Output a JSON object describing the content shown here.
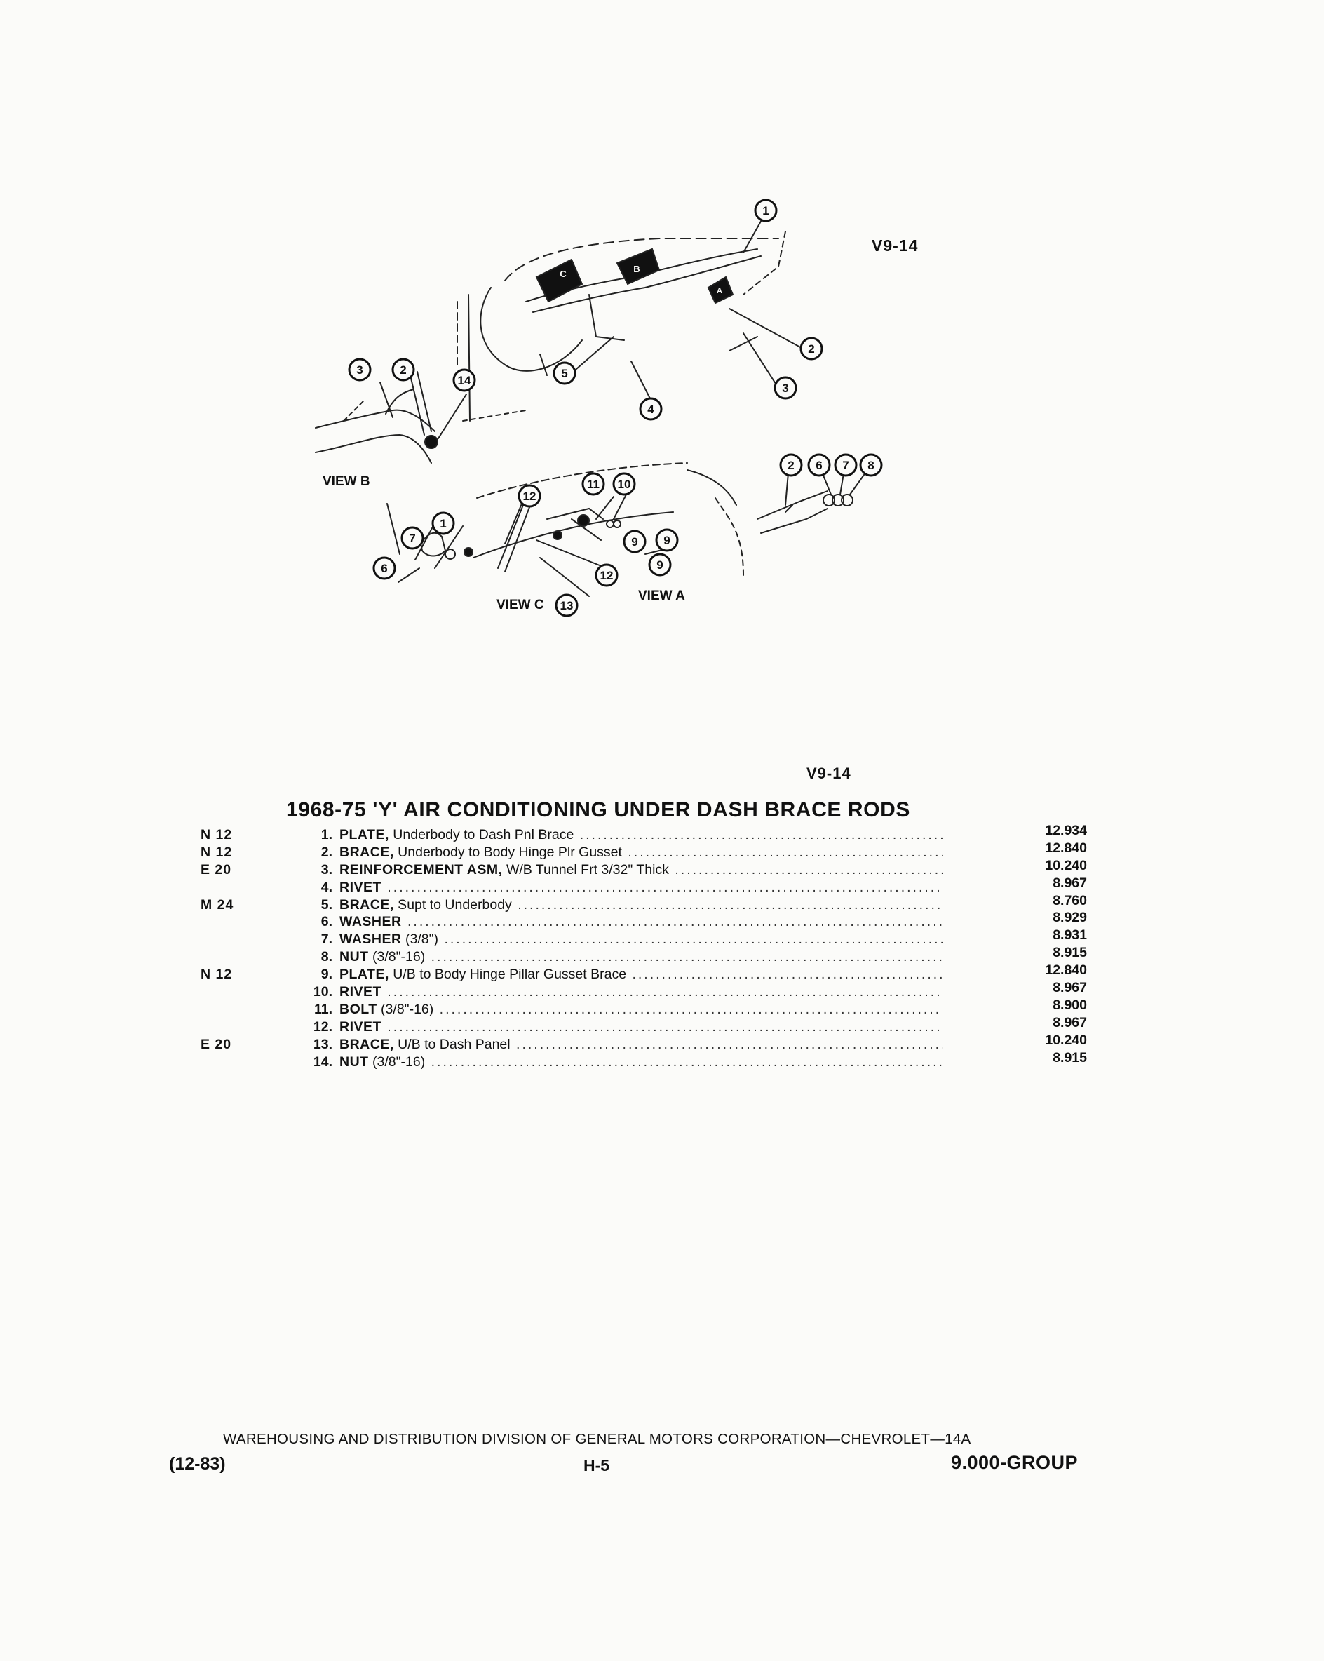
{
  "illustration": {
    "ref_code": "V9-14",
    "view_labels": [
      "VIEW B",
      "VIEW C",
      "VIEW A"
    ],
    "main_callouts": [
      "1",
      "2",
      "3",
      "4",
      "5"
    ],
    "view_b_callouts": [
      "3",
      "2",
      "14"
    ],
    "view_c_callouts": [
      "6",
      "7",
      "1",
      "12",
      "11",
      "10",
      "9",
      "12",
      "13"
    ],
    "view_a_callouts": [
      "2",
      "6",
      "7",
      "8",
      "9"
    ],
    "arrow_markers": [
      "A",
      "B",
      "C"
    ]
  },
  "section_ref": "V9-14",
  "title": "1968-75 'Y' AIR CONDITIONING UNDER DASH BRACE RODS",
  "parts": [
    {
      "code": "N 12",
      "num": "1.",
      "name": "PLATE,",
      "detail": " Underbody to Dash Pnl Brace",
      "price": "12.934"
    },
    {
      "code": "N 12",
      "num": "2.",
      "name": "BRACE,",
      "detail": " Underbody to Body Hinge Plr Gusset",
      "price": "12.840"
    },
    {
      "code": "E 20",
      "num": "3.",
      "name": "REINFORCEMENT ASM,",
      "detail": " W/B Tunnel Frt 3/32\" Thick",
      "price": "10.240"
    },
    {
      "code": "",
      "num": "4.",
      "name": "RIVET",
      "detail": "",
      "price": "8.967"
    },
    {
      "code": "M 24",
      "num": "5.",
      "name": "BRACE,",
      "detail": " Supt to Underbody",
      "price": "8.760"
    },
    {
      "code": "",
      "num": "6.",
      "name": "WASHER",
      "detail": "",
      "price": "8.929"
    },
    {
      "code": "",
      "num": "7.",
      "name": "WASHER",
      "detail": " (3/8\")",
      "price": "8.931"
    },
    {
      "code": "",
      "num": "8.",
      "name": "NUT",
      "detail": " (3/8\"-16)",
      "price": "8.915"
    },
    {
      "code": "N 12",
      "num": "9.",
      "name": "PLATE,",
      "detail": " U/B to Body Hinge Pillar Gusset Brace",
      "price": "12.840"
    },
    {
      "code": "",
      "num": "10.",
      "name": "RIVET",
      "detail": "",
      "price": "8.967"
    },
    {
      "code": "",
      "num": "11.",
      "name": "BOLT",
      "detail": " (3/8\"-16)",
      "price": "8.900"
    },
    {
      "code": "",
      "num": "12.",
      "name": "RIVET",
      "detail": "",
      "price": "8.967"
    },
    {
      "code": "E 20",
      "num": "13.",
      "name": "BRACE,",
      "detail": " U/B to Dash Panel",
      "price": "10.240"
    },
    {
      "code": "",
      "num": "14.",
      "name": "NUT",
      "detail": " (3/8\"-16)",
      "price": "8.915"
    }
  ],
  "footer": {
    "division_line": "WAREHOUSING AND DISTRIBUTION DIVISION OF GENERAL MOTORS CORPORATION—CHEVROLET—14A",
    "date": "(12-83)",
    "page": "H-5",
    "group": "9.000-GROUP"
  }
}
